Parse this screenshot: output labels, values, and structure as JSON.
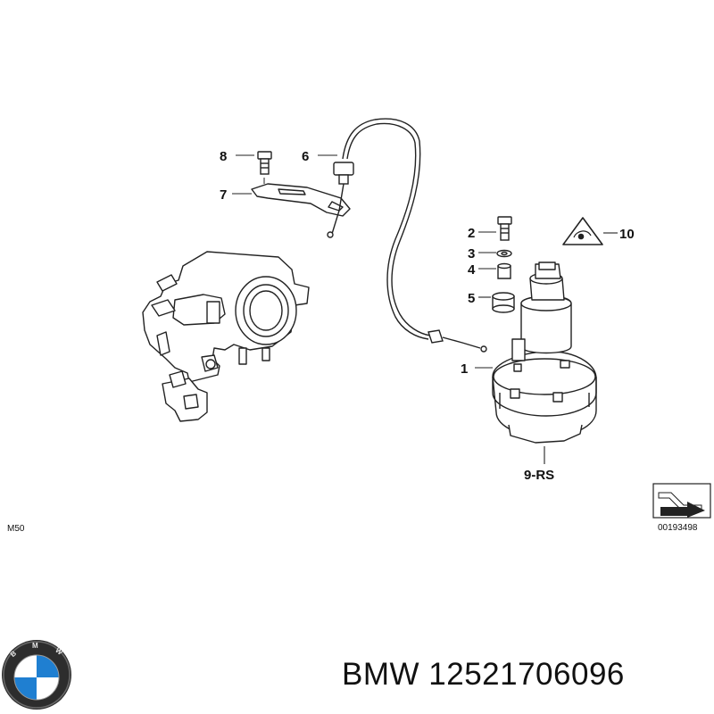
{
  "diagram": {
    "callouts": {
      "c1": "1",
      "c2": "2",
      "c3": "3",
      "c4": "4",
      "c5": "5",
      "c6": "6",
      "c7": "7",
      "c8": "8",
      "c9": "9-RS",
      "c10": "10"
    },
    "model_label": "M50",
    "diagram_number": "00193498"
  },
  "footer": {
    "brand_logo_icon": "bmw-roundel-icon",
    "brand_logo_letters": "BMW",
    "part_number": "BMW 12521706096"
  }
}
